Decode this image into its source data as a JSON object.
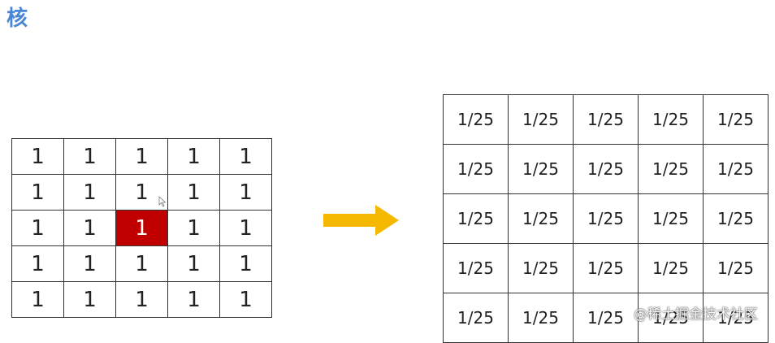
{
  "title": "核",
  "left_grid": {
    "rows": [
      [
        "1",
        "1",
        "1",
        "1",
        "1"
      ],
      [
        "1",
        "1",
        "1",
        "1",
        "1"
      ],
      [
        "1",
        "1",
        "1",
        "1",
        "1"
      ],
      [
        "1",
        "1",
        "1",
        "1",
        "1"
      ],
      [
        "1",
        "1",
        "1",
        "1",
        "1"
      ]
    ],
    "highlight_cell": [
      2,
      2
    ],
    "highlight_color": "#c00000"
  },
  "right_grid": {
    "rows": [
      [
        "1/25",
        "1/25",
        "1/25",
        "1/25",
        "1/25"
      ],
      [
        "1/25",
        "1/25",
        "1/25",
        "1/25",
        "1/25"
      ],
      [
        "1/25",
        "1/25",
        "1/25",
        "1/25",
        "1/25"
      ],
      [
        "1/25",
        "1/25",
        "1/25",
        "1/25",
        "1/25"
      ],
      [
        "1/25",
        "1/25",
        "1/25",
        "1/25",
        "1/25"
      ]
    ]
  },
  "arrow_color": "#f5b800",
  "title_color": "#4a86d6",
  "watermark": "@稀土掘金技术社区"
}
